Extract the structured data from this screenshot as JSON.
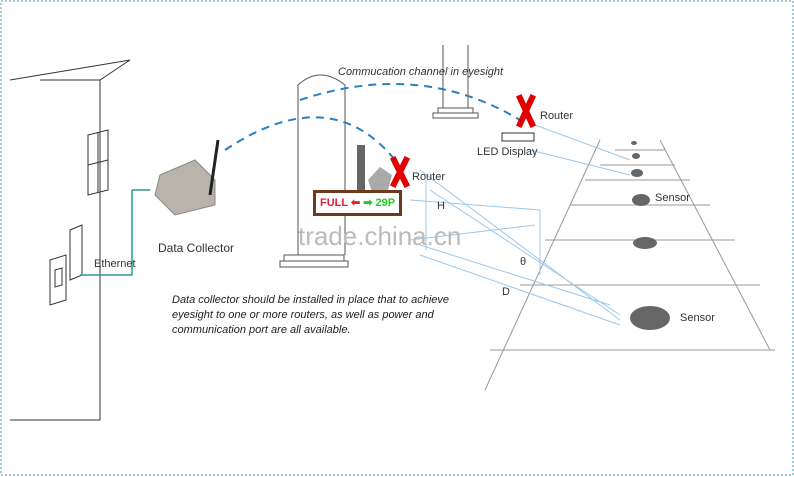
{
  "labels": {
    "channel": "Commucation channel in eyesight",
    "router1": "Router",
    "router2": "Router",
    "led_display": "LED Display",
    "data_collector": "Data Collector",
    "ethernet": "Ethernet",
    "sensor1": "Sensor",
    "sensor2": "Sensor",
    "h": "H",
    "theta": "θ",
    "d": "D"
  },
  "sign": {
    "full": "FULL",
    "count": "29P",
    "full_color": "#e0203a",
    "count_color": "#22cc22"
  },
  "note": "Data collector should be installed in place that to achieve eyesight to one or more routers, as well as  power and communication port are all available.",
  "watermark": "trade.china.cn",
  "colors": {
    "channel": "#2a7fc0",
    "beam": "#9cc8ea",
    "ethernet": "#2a9a8a",
    "x_mark": "#e00000"
  }
}
